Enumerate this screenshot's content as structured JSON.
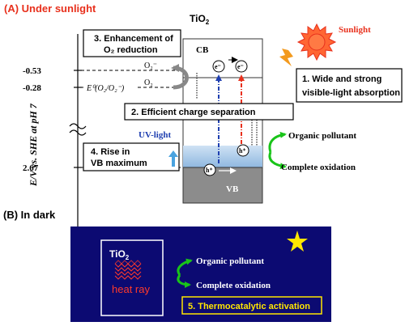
{
  "panel_a": {
    "heading": "(A) Under sunlight",
    "sun_label": "Sunlight",
    "tio2_prefix": "TiO",
    "tio2_sub": "2",
    "cb_label": "CB",
    "vb_label": "VB",
    "electron": "e⁻",
    "hole": "h⁺",
    "o2_minus": "O₂⁻",
    "o2": "O₂",
    "e0_redox": "E⁰(O₂/O₂⁻)",
    "y_axis_label": "E/V vs. SHE at pH 7",
    "ticks": [
      "-0.53",
      "-0.28",
      "2.67"
    ],
    "uv_light": "UV-light",
    "organic_pollutant": "Organic pollutant",
    "complete_oxidation": "Complete oxidation",
    "box1_line1": "1. Wide and strong",
    "box1_line2": "visible-light absorption",
    "box2": "2. Efficient charge separation",
    "box3_line1": "3. Enhancement of",
    "box3_line2": "O₂ reduction",
    "box4_line1": "4. Rise in",
    "box4_line2": "VB maximum",
    "colors": {
      "red": "#e8301c",
      "blue": "#1f3fb0",
      "vb_gray": "#8c8c8c",
      "vb_blue": "#a8c8e8"
    }
  },
  "panel_b": {
    "heading": "(B) In dark",
    "tio2_prefix": "TiO",
    "tio2_sub": "2",
    "heat_ray": "heat ray",
    "organic_pollutant": "Organic pollutant",
    "complete_oxidation": "Complete oxidation",
    "box5": "5. Thermocatalytic activation",
    "colors": {
      "background": "#0c0a72",
      "box5_border": "#ffe600",
      "star": "#ffe600",
      "heat": "#ff3a2a"
    }
  }
}
